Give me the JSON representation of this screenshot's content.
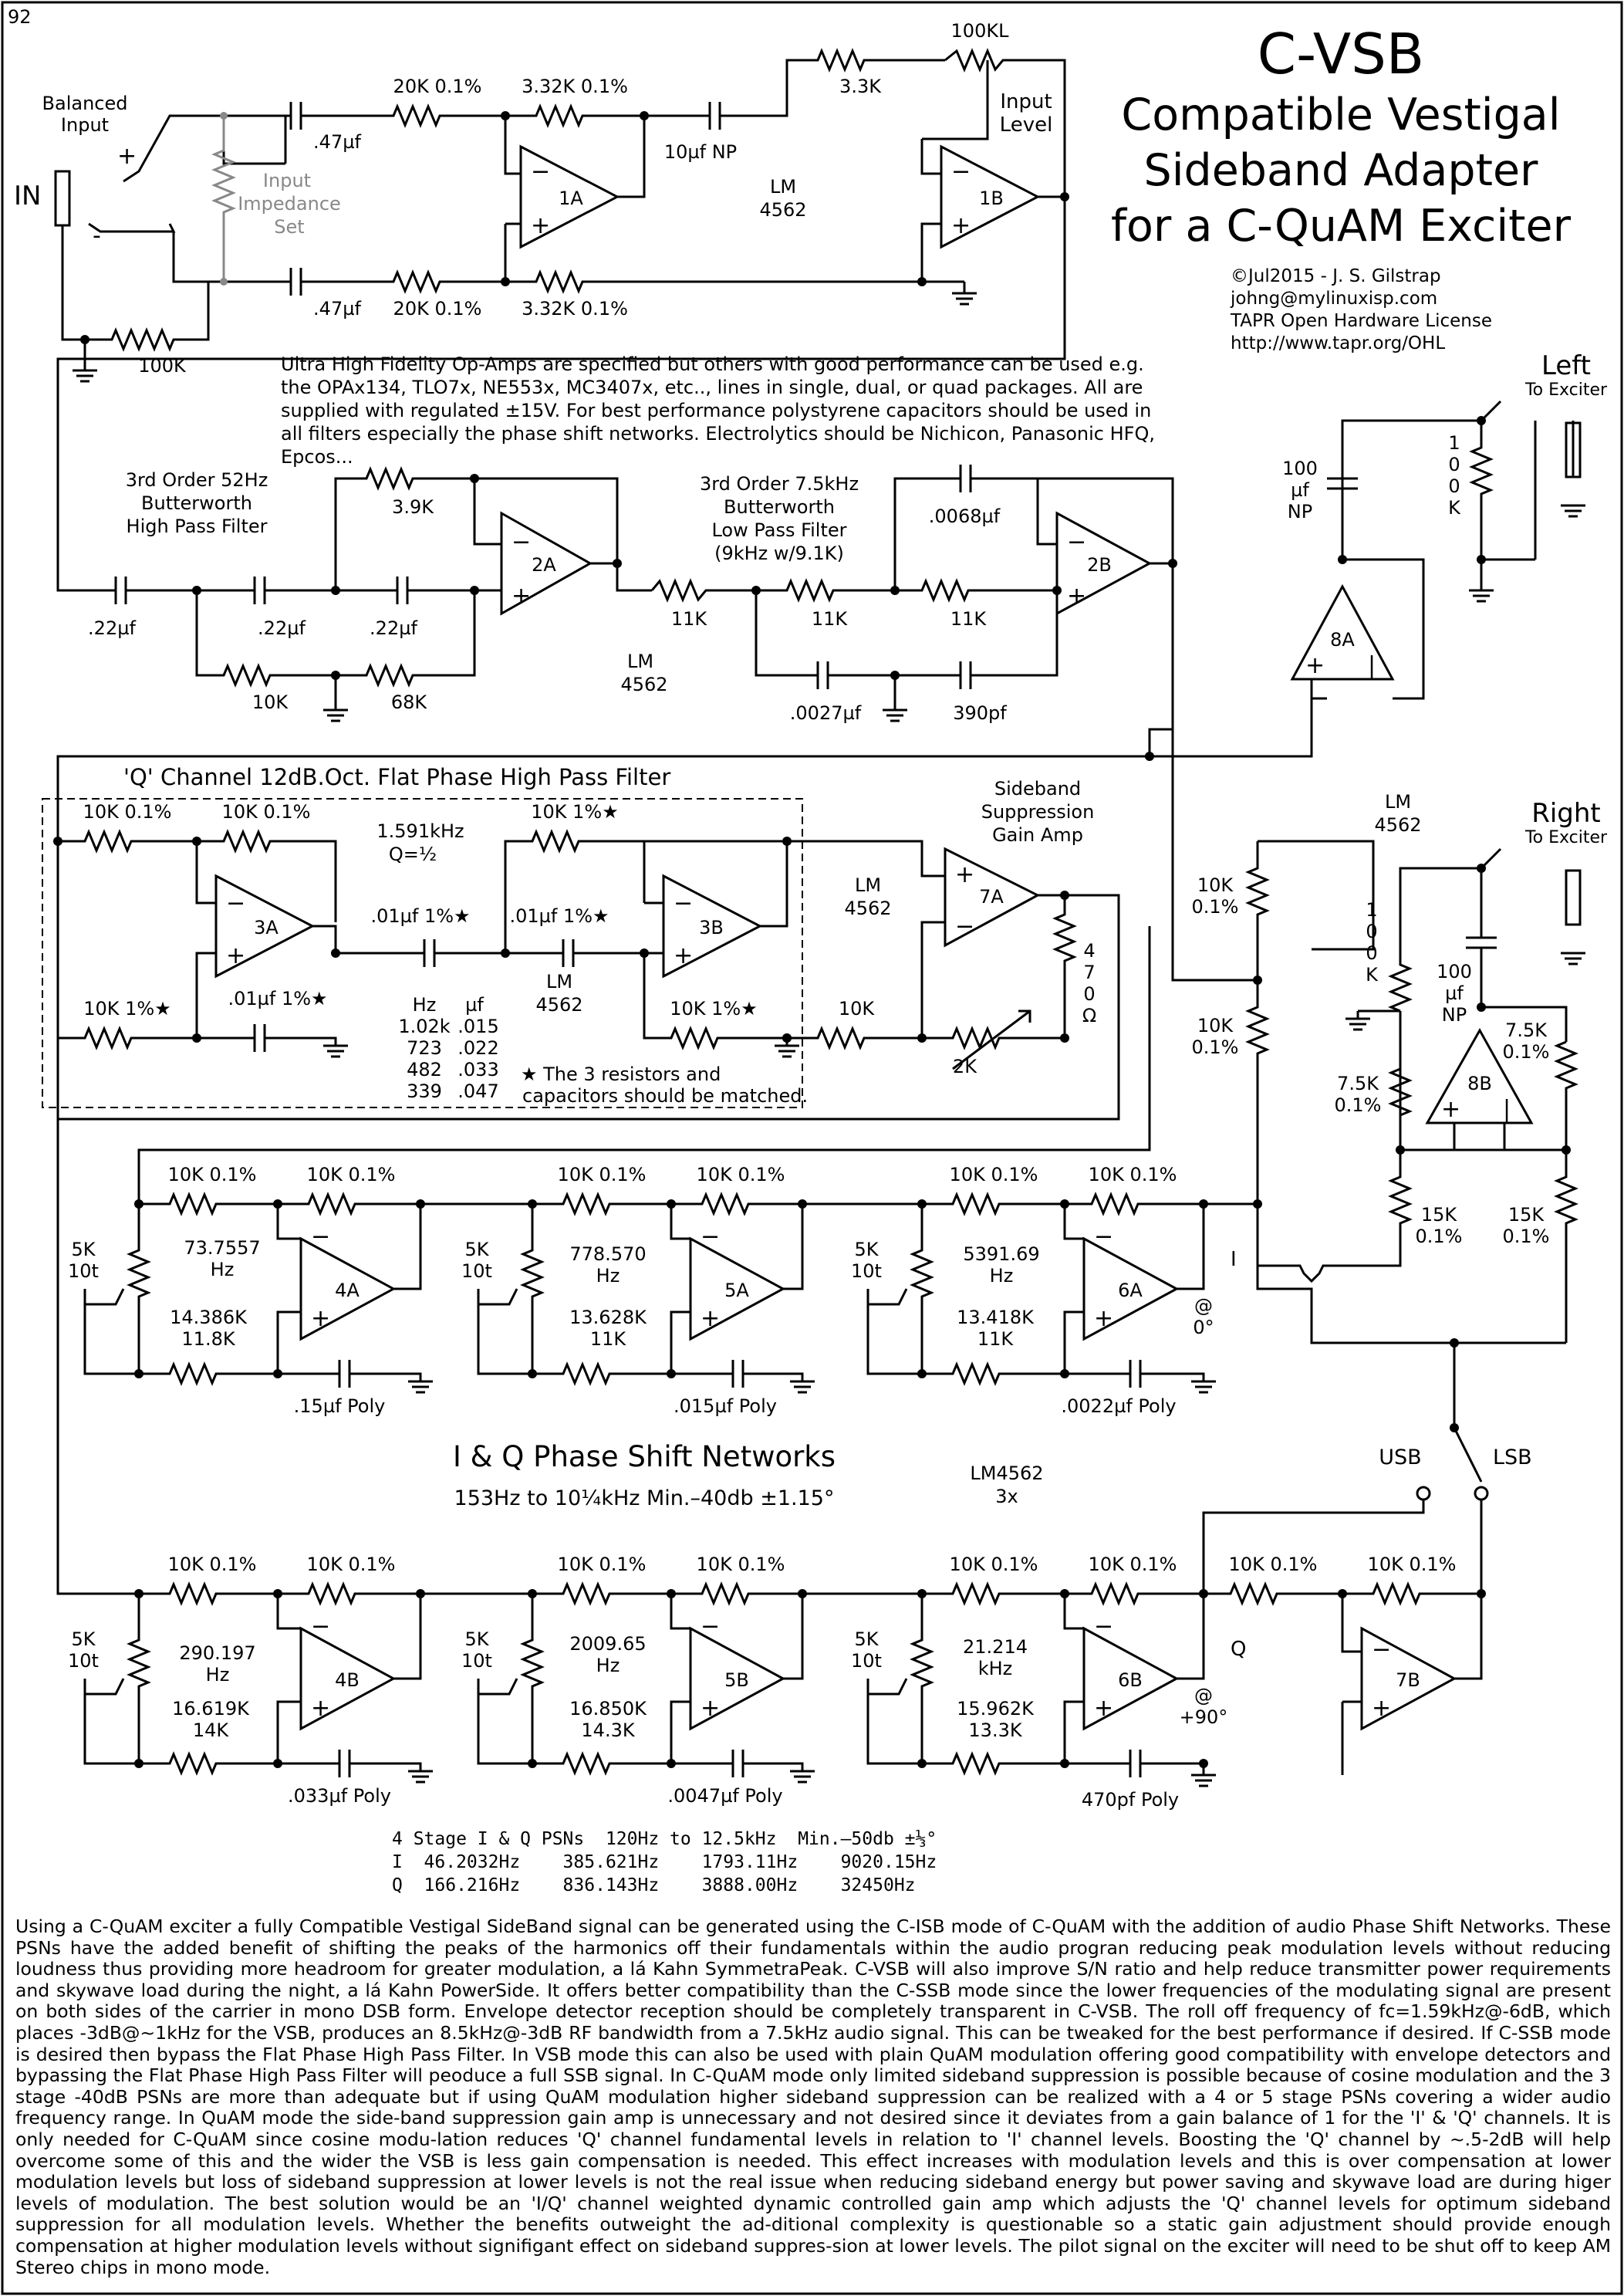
{
  "page_number": "92",
  "title": {
    "main": "C-VSB",
    "sub1": "Compatible Vestigal",
    "sub2": "Sideband Adapter",
    "sub3": "for a C-QuAM Exciter"
  },
  "credits": {
    "copyright": "©Jul2015 -  J. S. Gilstrap",
    "email": "johng@mylinuxisp.com",
    "license": "TAPR Open Hardware License",
    "url": "http://www.tapr.org/OHL"
  },
  "intro_note": "Ultra High Fidelity Op-Amps are specified but others with good performance can be used e.g. the OPAx134, TLO7x, NE553x, MC3407x, etc.., lines in single, dual, or quad packages. All are supplied with regulated ±15V. For best performance polystyrene capacitors should be used in all filters especially the phase shift networks. Electrolytics should be Nichicon, Panasonic HFQ, Epcos...",
  "input": {
    "in_label": "IN",
    "balanced1": "Balanced",
    "balanced2": "Input",
    "plus": "+",
    "minus": "-",
    "imp1": "Input",
    "imp2": "Impedance",
    "imp3": "Set",
    "r100k": "100K",
    "c1": ".47µf",
    "c2": ".47µf",
    "r20k_a": "20K  0.1%",
    "r20k_b": "20K  0.1%",
    "r332_a": "3.32K 0.1%",
    "r332_b": "3.32K 0.1%",
    "c10": "10µf NP",
    "r33": "3.3K",
    "pot": "100KL",
    "level1": "Input",
    "level2": "Level",
    "lm1": "LM",
    "lm2": "4562",
    "u1a": "1A",
    "u1b": "1B"
  },
  "hpf": {
    "t1": "3rd Order 52Hz",
    "t2": "Butterworth",
    "t3": "High Pass Filter",
    "c1": ".22µf",
    "c2": ".22µf",
    "c3": ".22µf",
    "r39": "3.9K",
    "r10": "10K",
    "r68": "68K",
    "u": "2A",
    "lm1": "LM",
    "lm2": "4562"
  },
  "lpf": {
    "t1": "3rd Order 7.5kHz",
    "t2": "Butterworth",
    "t3": "Low Pass Filter",
    "t4": "(9kHz w/9.1K)",
    "c0068": ".0068µf",
    "r1": "11K",
    "r2": "11K",
    "r3": "11K",
    "c0027": ".0027µf",
    "c390": "390pf",
    "u": "2B"
  },
  "qhpf": {
    "title": "'Q' Channel 12dB.Oct. Flat Phase High Pass Filter",
    "r1": "10K 0.1%",
    "r2": "10K 0.1%",
    "r3": "10K 1%★",
    "r4": "10K 1%★",
    "r5": "10K 1%★",
    "c1": ".01µf 1%★",
    "c2": ".01µf 1%★",
    "c3": ".01µf 1%★",
    "freq": "1.591kHz",
    "q": "Q=½",
    "u3a": "3A",
    "u3b": "3B",
    "lm1": "LM",
    "lm2": "4562",
    "table_h1": "Hz",
    "table_h2": "µf",
    "table_rows": [
      [
        "1.02k",
        ".015"
      ],
      [
        "723",
        ".022"
      ],
      [
        "482",
        ".033"
      ],
      [
        "339",
        ".047"
      ]
    ],
    "match1": "★ The 3 resistors and",
    "match2": "capacitors should be matched."
  },
  "gain_amp": {
    "t1": "Sideband",
    "t2": "Suppression",
    "t3": "Gain Amp",
    "lm1": "LM",
    "lm2": "4562",
    "u": "7A",
    "r10k": "10K",
    "pot": "2K",
    "r470": [
      "4",
      "7",
      "0",
      "Ω"
    ]
  },
  "outputs": {
    "left": "Left",
    "left_sub": "To Exciter",
    "right": "Right",
    "right_sub": "To Exciter",
    "cap_l": [
      "100",
      "µf",
      "NP"
    ],
    "cap_r": [
      "100",
      "µf",
      "NP"
    ],
    "r100k_l": [
      "1",
      "0",
      "0",
      "K"
    ],
    "r100k_r": [
      "1",
      "0",
      "0",
      "K"
    ],
    "u8a": "8A",
    "u8b": "8B",
    "lm1": "LM",
    "lm2": "4562",
    "r10k_a": [
      "10K",
      "0.1%"
    ],
    "r10k_b": [
      "10K",
      "0.1%"
    ],
    "r75_a": [
      "7.5K",
      "0.1%"
    ],
    "r75_b": [
      "7.5K",
      "0.1%"
    ],
    "r15_a": [
      "15K",
      "0.1%"
    ],
    "r15_b": [
      "15K",
      "0.1%"
    ]
  },
  "psn": {
    "title": "I & Q Phase Shift Networks",
    "subtitle": "153Hz  to 10¼kHz    Min.–40db ±1.15°",
    "lm1": "LM4562",
    "lm2": "3x",
    "i_label": "I",
    "i_phase1": "@",
    "i_phase2": "0°",
    "q_label": "Q",
    "q_phase1": "@",
    "q_phase2": "+90°",
    "usb": "USB",
    "lsb": "LSB",
    "res": "10K 0.1%",
    "trim": [
      "5K",
      "10t"
    ],
    "stages": [
      {
        "u": "4A",
        "f1": "73.7557",
        "f2": "Hz",
        "r1": "14.386K",
        "r2": "11.8K",
        "c": ".15µf Poly"
      },
      {
        "u": "5A",
        "f1": "778.570",
        "f2": "Hz",
        "r1": "13.628K",
        "r2": "11K",
        "c": ".015µf Poly"
      },
      {
        "u": "6A",
        "f1": "5391.69",
        "f2": "Hz",
        "r1": "13.418K",
        "r2": "11K",
        "c": ".0022µf Poly"
      },
      {
        "u": "4B",
        "f1": "290.197",
        "f2": "Hz",
        "r1": "16.619K",
        "r2": "14K",
        "c": ".033µf Poly"
      },
      {
        "u": "5B",
        "f1": "2009.65",
        "f2": "Hz",
        "r1": "16.850K",
        "r2": "14.3K",
        "c": ".0047µf Poly"
      },
      {
        "u": "6B",
        "f1": "21.214",
        "f2": "kHz",
        "r1": "15.962K",
        "r2": "13.3K",
        "c": "470pf Poly"
      }
    ],
    "u7b": "7B"
  },
  "psn4": "4 Stage I & Q PSNs  120Hz to 12.5kHz  Min.–50db ±⅓°\nI  46.2032Hz    385.621Hz    1793.11Hz    9020.15Hz\nQ  166.216Hz    836.143Hz    3888.00Hz    32450Hz",
  "notes": "Using a C-QuAM exciter a fully Compatible Vestigal SideBand signal can be generated using the C-ISB mode of C-QuAM with the addition of audio Phase Shift Networks. These PSNs have the added benefit of shifting the peaks of the harmonics off their fundamentals within the audio progran reducing peak modulation levels without reducing loudness thus providing more headroom for greater modulation, a lá Kahn SymmetraPeak. C-VSB will also improve S/N ratio and help reduce transmitter power requirements and skywave load during the night, a lá Kahn PowerSide. It offers better compatibility than the C-SSB mode since the lower frequencies of the modulating signal are present on both sides of the carrier in mono DSB form. Envelope detector reception should be completely transparent in C-VSB. The roll off frequency of fc=1.59kHz@-6dB, which places -3dB@~1kHz for the VSB, produces an 8.5kHz@-3dB RF bandwidth from a 7.5kHz audio signal. This can be tweaked for the best performance if desired. If C-SSB mode is desired then bypass the Flat Phase High Pass Filter. In VSB mode this can also be used with plain QuAM modulation offering good compatibility with envelope detectors and bypassing the Flat Phase High Pass Filter will peoduce a full SSB signal. In C-QuAM mode only limited sideband suppression is possible because of cosine modulation and the 3 stage -40dB PSNs are more than adequate but if using QuAM modulation higher sideband suppression can be realized with a 4 or 5 stage PSNs covering a wider audio frequency range. In QuAM mode the side-band suppression gain amp is unnecessary and not desired since it deviates from a gain balance of 1 for the 'I' & 'Q' channels. It is only needed for C-QuAM since cosine modu-lation reduces 'Q' channel fundamental levels in relation to 'I' channel levels. Boosting the 'Q' channel by ~.5-2dB will help overcome some of this and the wider the VSB is less gain compensation is needed. This effect increases with modulation levels and this is over compensation at lower modulation levels but loss of sideband suppression at lower levels is not the real issue when reducing sideband energy but power saving and skywave load are during higer levels of modulation. The best solution would be an 'I/Q' channel weighted dynamic controlled gain amp which adjusts the 'Q' channel levels for optimum sideband suppression for all modulation levels. Whether the benefits outweight the ad-ditional complexity is questionable so a static gain adjustment should provide enough compensation at higher modulation levels without signifigant effect on sideband suppres-sion at lower levels. The pilot signal on the exciter will need to be shut off to keep AM Stereo chips in mono mode."
}
